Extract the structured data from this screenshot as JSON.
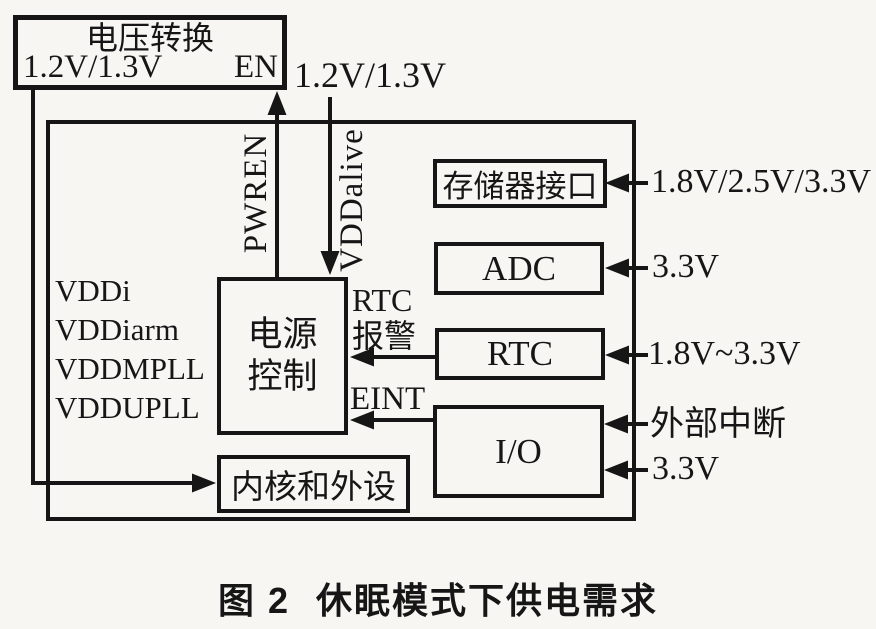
{
  "colors": {
    "ink": "#161616",
    "paper": "#f7f6f3"
  },
  "voltage_converter": {
    "title": "电压转换",
    "output_range": "1.2V/1.3V",
    "enable_pin": "EN"
  },
  "vddalive_supply": "1.2V/1.3V",
  "signals": {
    "pwren": "PWREN",
    "vddalive": "VDDalive",
    "rtc_alarm": [
      "RTC",
      "报警"
    ],
    "eint": "EINT"
  },
  "soc": {
    "vdd_rails": [
      "VDDi",
      "VDDiarm",
      "VDDMPLL",
      "VDDUPLL"
    ],
    "power_control": [
      "电源",
      "控制"
    ],
    "memory_interface": {
      "label": "存储器接口",
      "supply": "1.8V/2.5V/3.3V"
    },
    "adc": {
      "label": "ADC",
      "supply": "3.3V"
    },
    "rtc": {
      "label": "RTC",
      "supply": "1.8V~3.3V"
    },
    "io": {
      "label": "I/O",
      "external_interrupt": "外部中断",
      "supply": "3.3V"
    },
    "core_peripherals": {
      "label": "内核和外设"
    }
  },
  "caption": {
    "number": "图 2",
    "title": "休眠模式下供电需求"
  }
}
